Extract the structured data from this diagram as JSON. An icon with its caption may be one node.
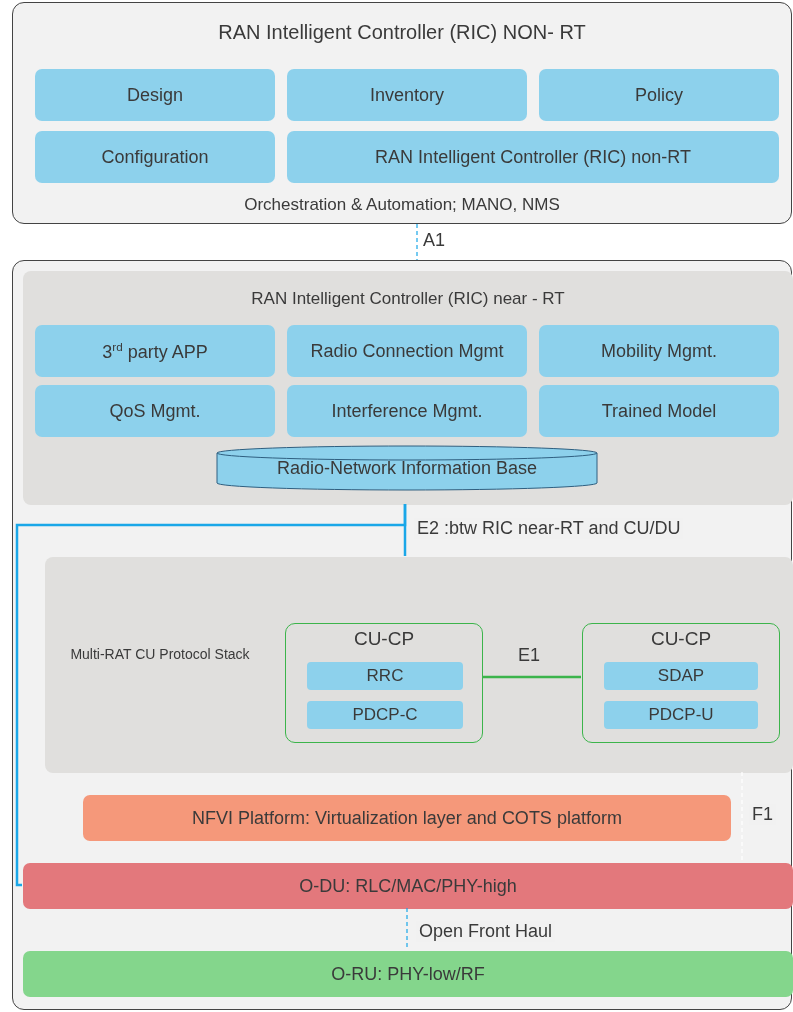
{
  "diagram": {
    "nodes": [
      {
        "text": [
          "RAN Intelligent Controller (RIC) NON- RT",
          "Orchestration & Automation; MANO, NMS"
        ]
      },
      {
        "text": [
          "Design"
        ],
        "in": 0
      },
      {
        "text": [
          "Inventory"
        ],
        "in": 0
      },
      {
        "text": [
          "Policy"
        ],
        "in": 0
      },
      {
        "text": [
          "Configuration"
        ],
        "in": 0
      },
      {
        "text": [
          "RAN Intelligent Controller (RIC) non-RT"
        ],
        "in": 0
      },
      {
        "text": [],
        "shape": "box"
      },
      {
        "text": [
          "RAN Intelligent Controller (RIC) near - RT"
        ],
        "in": 6
      },
      {
        "text": [
          "3$^{rd}$ party APP"
        ],
        "in": 7
      },
      {
        "text": [
          "Radio Connection Mgmt"
        ],
        "in": 7
      },
      {
        "text": [
          "Mobility Mgmt."
        ],
        "in": 7
      },
      {
        "text": [
          "QoS Mgmt."
        ],
        "in": 7
      },
      {
        "text": [
          "Interference Mgmt."
        ],
        "in": 7
      },
      {
        "text": [
          "Trained Model"
        ],
        "in": 7
      },
      {
        "text": [
          "Radio-Network Information Base"
        ],
        "in": 7
      },
      {
        "text": [
          "Multi-RAT CU Protocol Stack"
        ],
        "in": 6
      },
      {
        "text": [
          "CU-CP"
        ],
        "in": 15
      },
      {
        "text": [
          "RRC"
        ],
        "in": 16
      },
      {
        "text": [
          "PDCP-C"
        ],
        "in": 16
      },
      {
        "text": [
          "CU-CP"
        ],
        "in": 15
      },
      {
        "text": [
          "SDAP"
        ],
        "in": 19
      },
      {
        "text": [
          "PDCP-U"
        ],
        "in": 19
      },
      {
        "text": [
          "NFVI Platform: Virtualization layer and COTS platform"
        ],
        "in": 6
      },
      {
        "text": [
          "O-DU: RLC/MAC/PHY-high"
        ],
        "in": 6
      },
      {
        "text": [
          "O-RU: PHY-low/RF"
        ],
        "in": 6
      }
    ],
    "edges": [
      {
        "from": 0,
        "to": 6,
        "arrow": "none",
        "label": "A1",
        "style": "dashed"
      },
      {
        "from": 7,
        "to": 15,
        "arrow": "none",
        "label": "E2 :btw RIC near-RT and CU/DU"
      },
      {
        "from": 7,
        "to": 23,
        "arrow": "none"
      },
      {
        "from": 16,
        "to": 19,
        "arrow": "none",
        "label": "E1",
        "color": "#3cb44b"
      },
      {
        "from": 15,
        "to": 23,
        "arrow": "none",
        "label": "F1",
        "style": "dashed",
        "color": "#ffffff"
      },
      {
        "from": 23,
        "to": 24,
        "arrow": "none",
        "label": "Open Front Haul",
        "style": "dashed"
      }
    ]
  }
}
